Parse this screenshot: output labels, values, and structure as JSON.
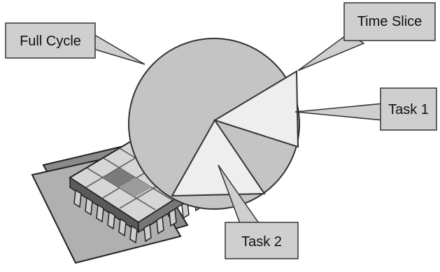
{
  "diagram": {
    "callouts": {
      "full_cycle": "Full Cycle",
      "time_slice": "Time Slice",
      "task_1": "Task 1",
      "task_2": "Task 2"
    },
    "colors": {
      "callout_fill": "#cfcfcf",
      "circle_fill": "#c4c4c4",
      "slice_fill": "#eeeeee",
      "outline": "#333333",
      "chip_board": "#9a9a9a",
      "chip_body": "#bdbdbd"
    },
    "icons": [
      "pie-cycle",
      "microchip-clipart"
    ]
  }
}
